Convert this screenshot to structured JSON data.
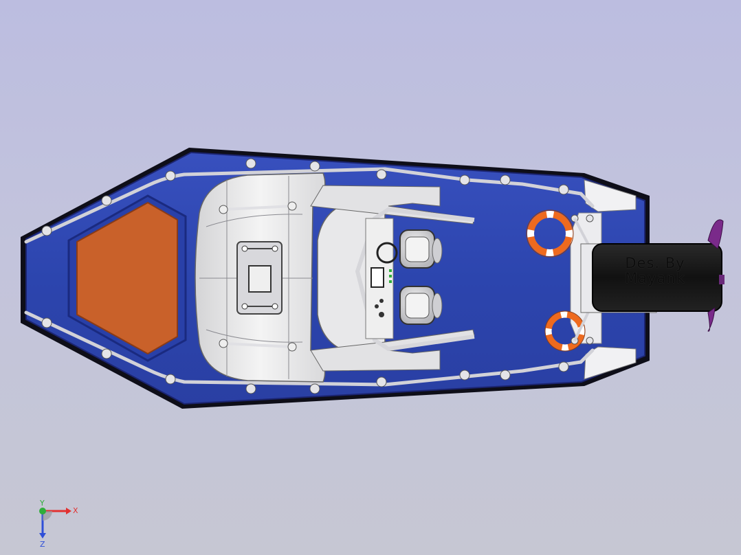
{
  "viewport": {
    "background_top": "#bcbde0",
    "background_bottom": "#c6c7d3"
  },
  "model": {
    "hull_color": "#2f47b0",
    "deck_pad_color": "#c9612a",
    "console_color": "#e6e6e6",
    "engine_color": "#151515",
    "propeller_color": "#7a2a8a",
    "lifebuoy_color": "#ee6a1e",
    "engine_label_line1": "Des. By",
    "engine_label_line2": "Mayank"
  },
  "triad": {
    "x_label": "X",
    "y_label": "Y",
    "z_label": "Z",
    "x_color": "#e23030",
    "y_color": "#2fae3a",
    "z_color": "#2f4fd8"
  }
}
